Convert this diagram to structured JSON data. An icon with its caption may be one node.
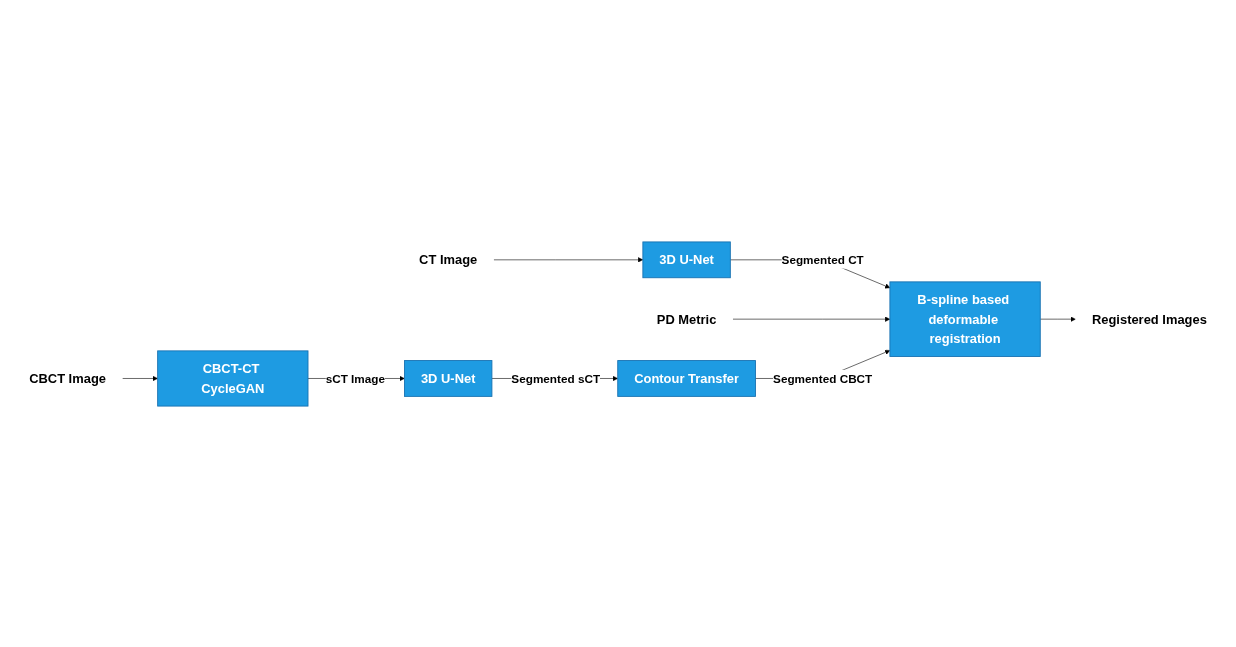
{
  "diagram": {
    "nodes": [
      {
        "text": [
          "CT Image"
        ]
      },
      {
        "text": [
          "3D U-Net"
        ]
      },
      {
        "text": [
          "PD Metric"
        ]
      },
      {
        "text": [
          "B-spline based deformable registration"
        ]
      },
      {
        "text": [
          "Contour Transfer"
        ]
      },
      {
        "text": [
          "3D U-Net"
        ]
      },
      {
        "text": [
          "Registered Images"
        ]
      },
      {
        "text": [
          "CBCT Image"
        ]
      },
      {
        "text": [
          "CBCT-CT CycleGAN"
        ]
      }
    ],
    "edges": [
      {
        "from": 0,
        "to": 1,
        "arrow": "to"
      },
      {
        "from": 1,
        "to": 3,
        "arrow": "to",
        "label": "Segmented CT"
      },
      {
        "from": 2,
        "to": 3,
        "arrow": "to"
      },
      {
        "from": 5,
        "to": 4,
        "arrow": "to",
        "label": "Segmented sCT"
      },
      {
        "from": 4,
        "to": 3,
        "arrow": "to",
        "label": "Segmented CBCT"
      },
      {
        "from": 3,
        "to": 6,
        "arrow": "to"
      },
      {
        "from": 7,
        "to": 8,
        "arrow": "to"
      },
      {
        "from": 8,
        "to": 5,
        "arrow": "to",
        "label": "sCT Image"
      }
    ]
  }
}
